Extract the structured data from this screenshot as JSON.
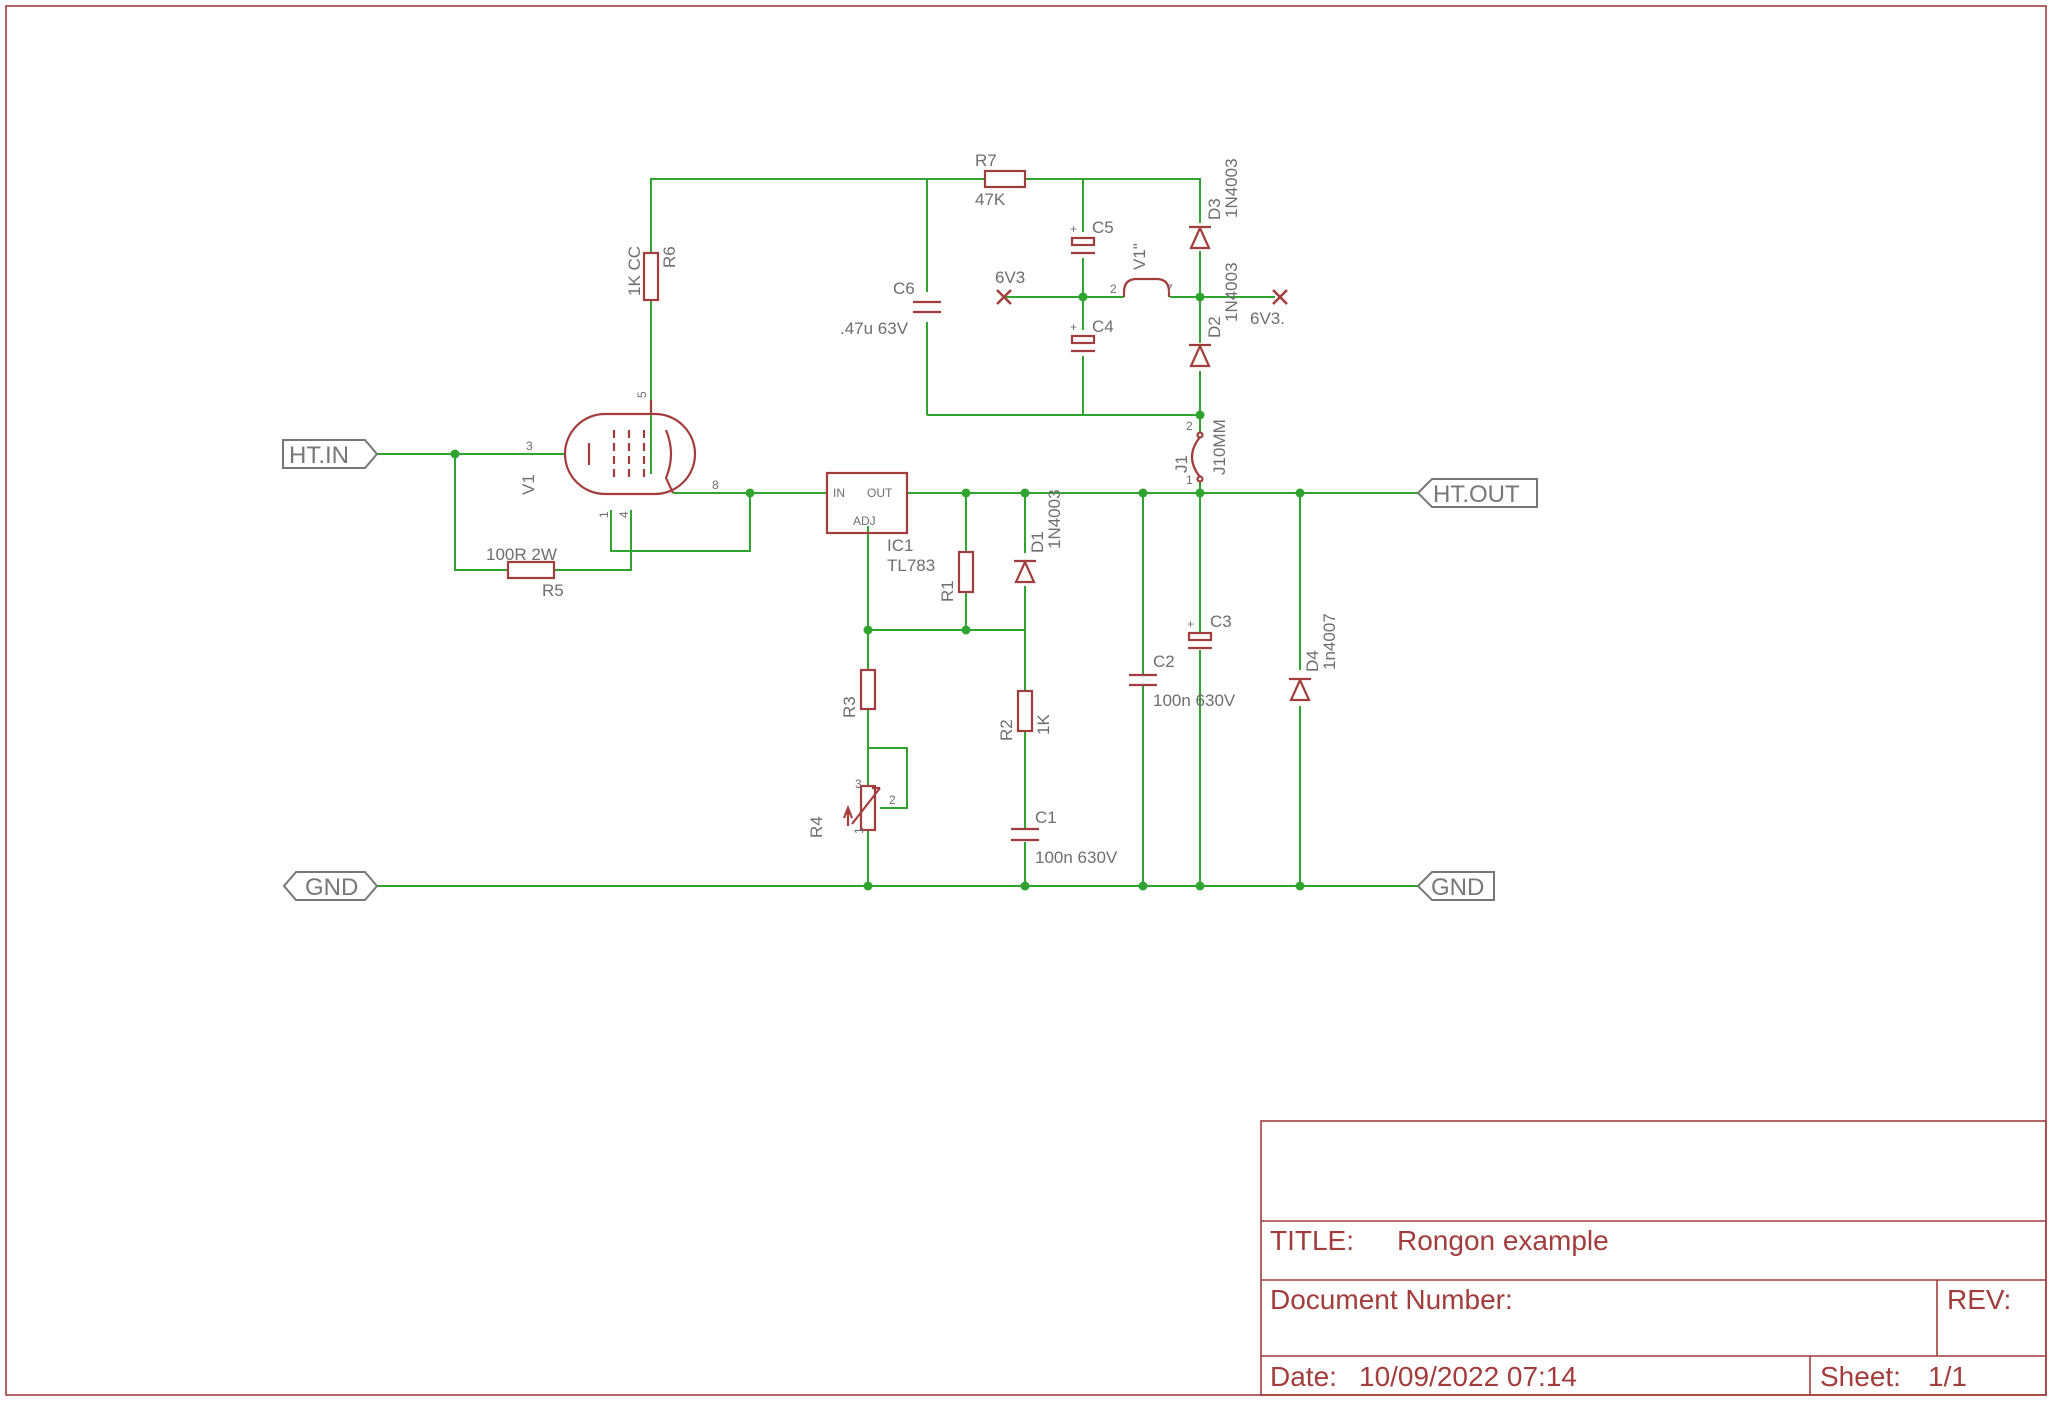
{
  "ports": {
    "ht_in": "HT.IN",
    "ht_out": "HT.OUT",
    "gnd_left": "GND",
    "gnd_right": "GND"
  },
  "components": {
    "r7": {
      "ref": "R7",
      "value": "47K"
    },
    "r6": {
      "ref": "R6",
      "value": "1K CC"
    },
    "c6": {
      "ref": "C6",
      "value": ".47u 63V"
    },
    "c5": {
      "ref": "C5"
    },
    "c4": {
      "ref": "C4"
    },
    "v1_heater": {
      "ref": "V1\"",
      "pin_a": "2",
      "pin_b": "7"
    },
    "d3": {
      "ref": "D3",
      "value": "1N4003"
    },
    "d2": {
      "ref": "D2",
      "value": "1N4003"
    },
    "j1": {
      "ref": "J1",
      "value": "J10MM",
      "pin_a": "2",
      "pin_b": "1"
    },
    "v1": {
      "ref": "V1",
      "pin_grid": "3",
      "pin_plate": "5",
      "pin_cathode": "8",
      "pin_h1": "1",
      "pin_h4": "4"
    },
    "r5": {
      "ref": "R5",
      "value": "100R 2W"
    },
    "ic1": {
      "ref": "IC1",
      "value": "TL783",
      "pin_in": "IN",
      "pin_out": "OUT",
      "pin_adj": "ADJ"
    },
    "r1": {
      "ref": "R1"
    },
    "d1": {
      "ref": "D1",
      "value": "1N4003"
    },
    "r3": {
      "ref": "R3"
    },
    "r4": {
      "ref": "R4",
      "pin_1": "1",
      "pin_2": "2",
      "pin_3": "3"
    },
    "r2": {
      "ref": "R2",
      "value": "1K"
    },
    "c1": {
      "ref": "C1",
      "value": "100n 630V"
    },
    "c2": {
      "ref": "C2",
      "value": "100n 630V"
    },
    "c3": {
      "ref": "C3"
    },
    "d4": {
      "ref": "D4",
      "value": "1n4007"
    },
    "nc_left": {
      "label": "6V3"
    },
    "nc_right": {
      "label": "6V3."
    },
    "plus": "+"
  },
  "title_block": {
    "title_label": "TITLE:",
    "title_value": "Rongon example",
    "doc_label": "Document Number:",
    "rev_label": "REV:",
    "date_label": "Date:",
    "date_value": "10/09/2022 07:14",
    "sheet_label": "Sheet:",
    "sheet_value": "1/1"
  },
  "colors": {
    "wire": "#2fa52f",
    "symbol": "#a33c3c",
    "text": "#6e6e6e"
  }
}
